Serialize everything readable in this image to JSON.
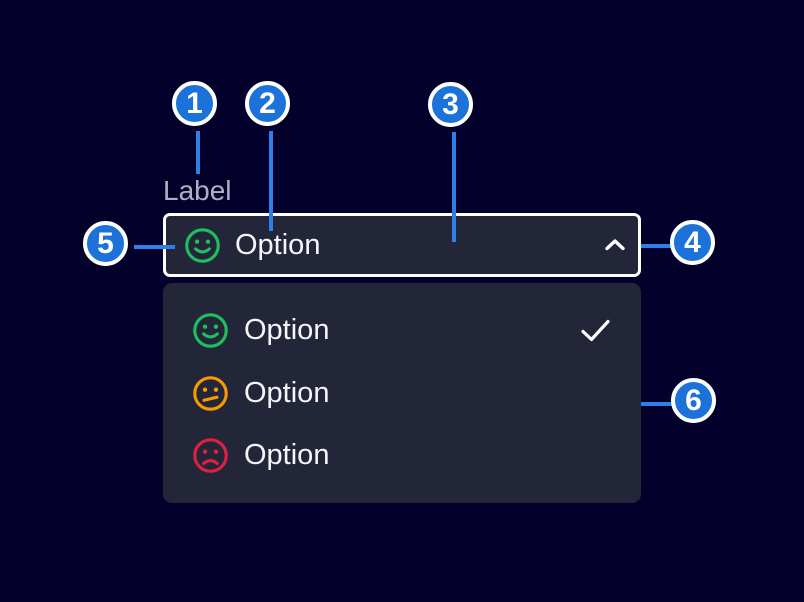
{
  "figure": {
    "label": "Label",
    "select": {
      "value": "Option",
      "value_icon": "happy-face-icon",
      "chevron_icon": "chevron-up-icon",
      "state": "open"
    },
    "menu": {
      "items": [
        {
          "label": "Option",
          "icon": "happy-face-icon",
          "selected": true
        },
        {
          "label": "Option",
          "icon": "neutral-face-icon",
          "selected": false
        },
        {
          "label": "Option",
          "icon": "sad-face-icon",
          "selected": false
        }
      ]
    }
  },
  "callouts": [
    "1",
    "2",
    "3",
    "4",
    "5",
    "6"
  ],
  "colors": {
    "bg": "#03012b",
    "panel": "#232639",
    "border": "#ffffff",
    "text": "#f4f5f8",
    "label": "#adb1bf",
    "green": "#1ebf5f",
    "orange": "#f89b00",
    "red": "#e02040",
    "badge": "#1c72d8",
    "line": "#2e80e8",
    "check": "#ffffff"
  }
}
